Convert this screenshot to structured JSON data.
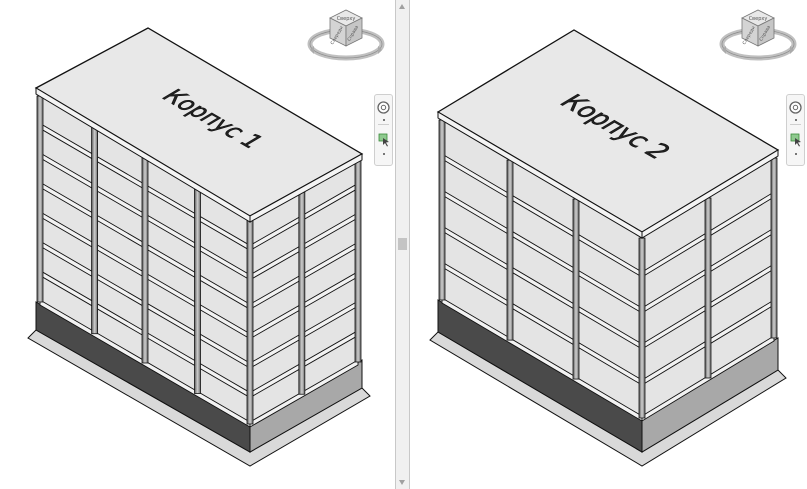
{
  "views": [
    {
      "building_label": "Корпус 1",
      "viewcube_faces": [
        "Сверху",
        "Спереди",
        "Справа"
      ]
    },
    {
      "building_label": "Корпус 2",
      "viewcube_faces": [
        "Сверху",
        "Спереди",
        "Справа"
      ]
    }
  ],
  "colors": {
    "slab_top": "#e8e8e8",
    "slab_edge": "#f2f2f2",
    "outline": "#111111",
    "column": "#9a9a9a",
    "base_dark": "#4a4a4a",
    "base_light": "#a8a8a8",
    "viewcube_face": "#e2e2e2"
  }
}
